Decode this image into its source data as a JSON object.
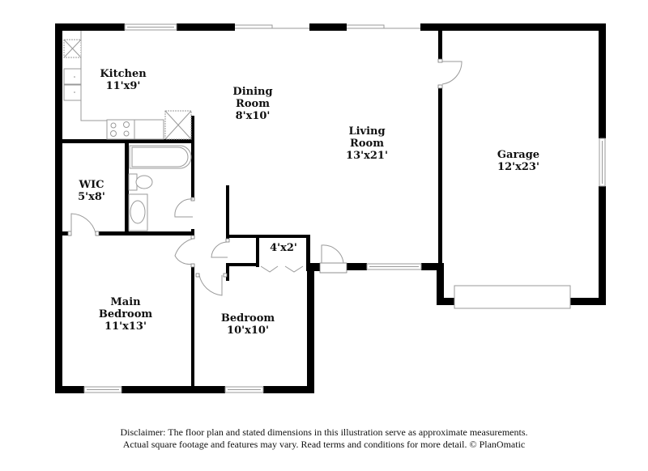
{
  "rooms": {
    "kitchen": {
      "name": "Kitchen",
      "dims": "11'x9'"
    },
    "dining": {
      "name_line1": "Dining",
      "name_line2": "Room",
      "dims": "8'x10'"
    },
    "living": {
      "name_line1": "Living",
      "name_line2": "Room",
      "dims": "13'x21'"
    },
    "garage": {
      "name": "Garage",
      "dims": "12'x23'"
    },
    "wic": {
      "name": "WIC",
      "dims": "5'x8'"
    },
    "closet": {
      "dims": "4'x2'"
    },
    "main_bedroom": {
      "name_line1": "Main",
      "name_line2": "Bedroom",
      "dims": "11'x13'"
    },
    "bedroom": {
      "name": "Bedroom",
      "dims": "10'x10'"
    }
  },
  "disclaimer": {
    "line1": "Disclaimer: The floor plan and stated dimensions in this illustration serve as approximate measurements.",
    "line2": "Actual square footage and features may vary. Read terms and conditions for more detail. © PlanOmatic"
  },
  "colors": {
    "wall": "#000000",
    "fixture_line": "#9a9a9a",
    "background": "#ffffff"
  }
}
